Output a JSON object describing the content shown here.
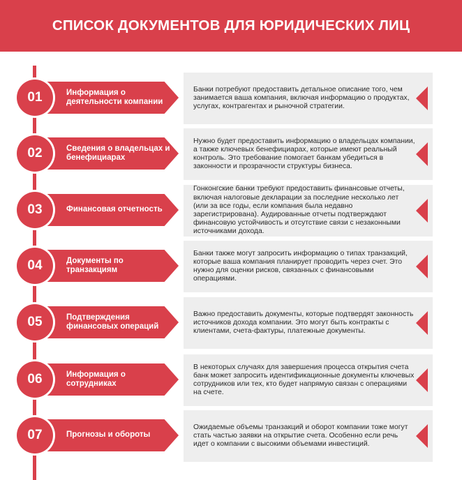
{
  "title": "СПИСОК ДОКУМЕНТОВ ДЛЯ ЮРИДИЧЕСКИХ ЛИЦ",
  "colors": {
    "accent": "#d9404b",
    "box": "#eeeeee",
    "text": "#2b2b2b"
  },
  "items": [
    {
      "number": "01",
      "label": "Информация о деятельности компании",
      "description": "Банки потребуют предоставить детальное описание того, чем занимается ваша компания, включая информацию о продуктах, услугах, контрагентах и рыночной стратегии."
    },
    {
      "number": "02",
      "label": "Сведения о владельцах и бенефициарах",
      "description": "Нужно будет предоставить информацию о владельцах компании, а также ключевых бенефициарах, которые имеют реальный контроль. Это требование помогает банкам убедиться в законности и прозрачности структуры бизнеса."
    },
    {
      "number": "03",
      "label": "Финансовая отчетность",
      "description": "Гонконгские банки требуют предоставить финансовые отчеты, включая налоговые декларации за последние несколько лет (или за все годы, если компания была недавно зарегистрирована). Аудированные отчеты подтверждают финансовую устойчивость и отсутствие связи с незаконными источниками дохода."
    },
    {
      "number": "04",
      "label": "Документы по транзакциям",
      "description": "Банки также могут запросить информацию о типах транзакций, которые ваша компания планирует проводить через счет. Это нужно для оценки рисков, связанных с финансовыми операциями."
    },
    {
      "number": "05",
      "label": "Подтверждения финансовых операций",
      "description": "Важно предоставить документы, которые подтвердят законность источников дохода компании. Это могут быть контракты с клиентами, счета-фактуры, платежные документы."
    },
    {
      "number": "06",
      "label": "Информация о сотрудниках",
      "description": "В некоторых случаях для завершения процесса открытия счета банк может запросить идентификационные документы ключевых сотрудников или тех, кто будет напрямую связан с операциями на счете."
    },
    {
      "number": "07",
      "label": "Прогнозы и обороты",
      "description": "Ожидаемые объемы транзакций и оборот компании тоже могут стать частью заявки на открытие счета. Особенно если речь идет о компании с высокими объемами инвестиций."
    }
  ]
}
